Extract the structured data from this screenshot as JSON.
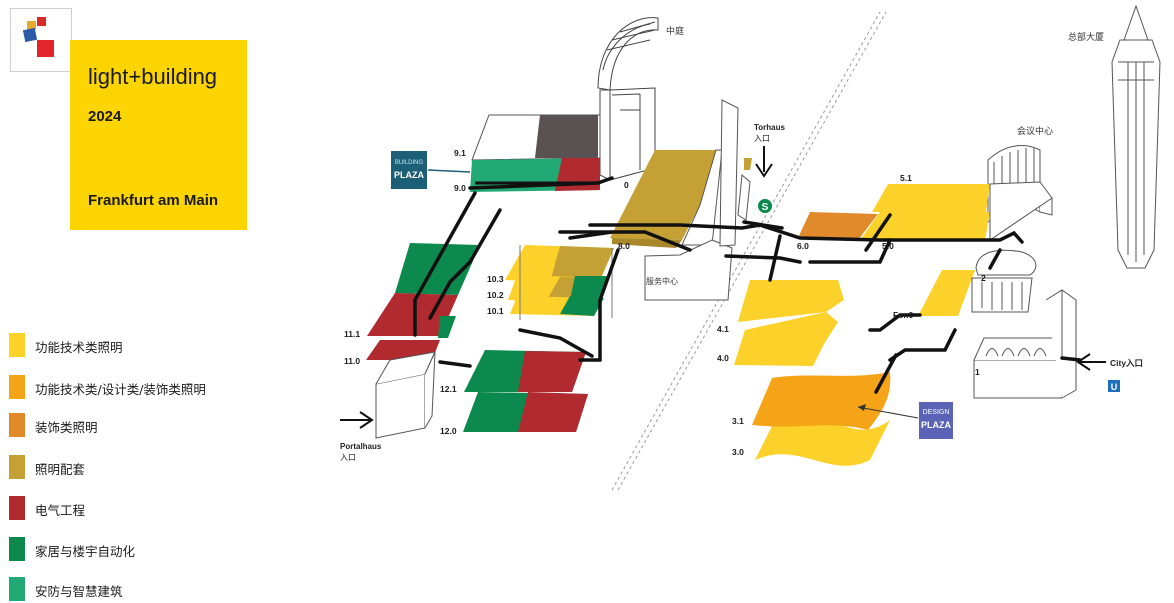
{
  "brand": {
    "name": "light+building",
    "year": "2024",
    "city": "Frankfurt am Main"
  },
  "legend": [
    {
      "label": "功能技术类照明",
      "color": "#fcd12a"
    },
    {
      "label": "功能技术类/设计类/装饰类照明",
      "color": "#f5a418"
    },
    {
      "label": "装饰类照明",
      "color": "#e08a2c"
    },
    {
      "label": "照明配套",
      "color": "#c4a035"
    },
    {
      "label": "电气工程",
      "color": "#b02a30"
    },
    {
      "label": "家居与楼宇自动化",
      "color": "#0c8a4e"
    },
    {
      "label": "安防与智慧建筑",
      "color": "#22a875"
    }
  ],
  "map": {
    "courtyard": "中庭",
    "headquarters": "总部大厦",
    "congress_center": "会议中心",
    "service_center": "服务中心",
    "torhaus": "Torhaus",
    "torhaus_entrance": "入口",
    "portalhaus": "Portalhaus",
    "portalhaus_entrance": "入口",
    "city_entrance": "City入口",
    "s_bahn": "S",
    "u_bahn": "U",
    "building_plaza": {
      "line1": "BUILDING",
      "line2": "PLAZA"
    },
    "design_plaza": {
      "line1": "DESIGN",
      "line2": "PLAZA"
    },
    "halls": {
      "h9_1": "9.1",
      "h9_0": "9.0",
      "h0": "0",
      "h8_0": "8.0",
      "h10_3": "10.3",
      "h10_2": "10.2",
      "h10_1": "10.1",
      "h11_1": "11.1",
      "h11_0": "11.0",
      "h12_1": "12.1",
      "h12_0": "12.0",
      "h6_0": "6.0",
      "h5_1": "5.1",
      "h5_0": "5.0",
      "h4_1": "4.1",
      "h4_0": "4.0",
      "h3_1": "3.1",
      "h3_0": "3.0",
      "for_0": "For.0",
      "h1": "1",
      "h2": "2"
    }
  }
}
